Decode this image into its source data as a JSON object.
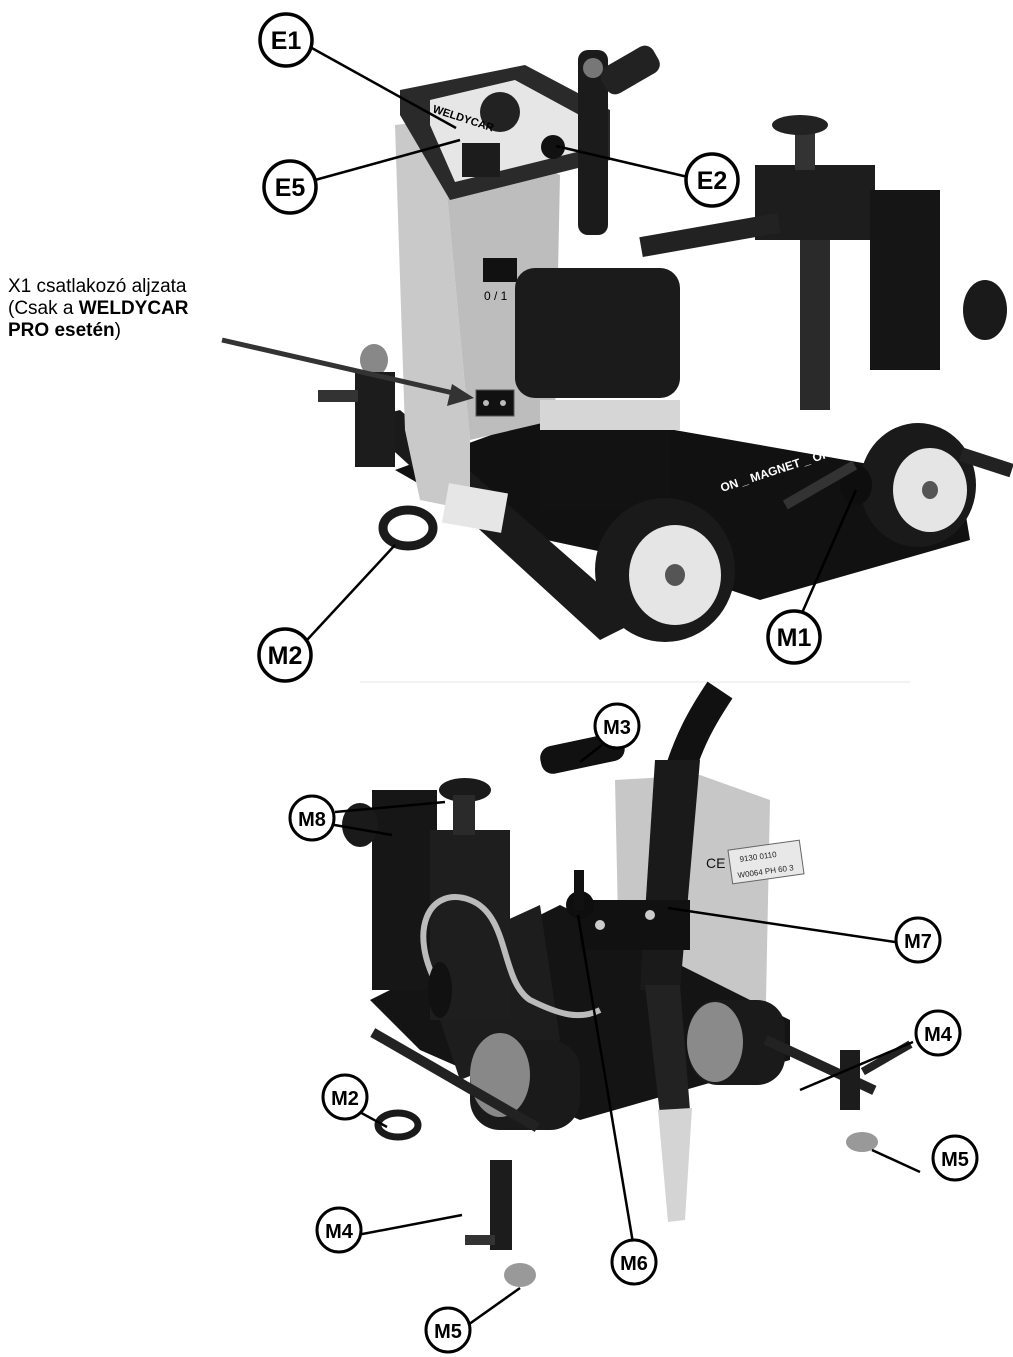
{
  "callouts_top": {
    "e1": "E1",
    "e5": "E5",
    "e2": "E2",
    "m2": "M2",
    "m1": "M1"
  },
  "callouts_bottom": {
    "m3": "M3",
    "m8": "M8",
    "m7": "M7",
    "m4a": "M4",
    "m2": "M2",
    "m5a": "M5",
    "m4b": "M4",
    "m6": "M6",
    "m5b": "M5"
  },
  "device_labels": {
    "brand": "WELDYCAR",
    "switch": "0 / 1",
    "magnet": "ON _ MAGNET _ OFF",
    "ce": "CE",
    "plate1": "9130 0110",
    "plate2": "W0064 PH 60 3"
  },
  "note": {
    "line1": "X1 csatlakozó aljzata",
    "line2_pre": "(Csak a ",
    "line2_bold": "WELDYCAR",
    "line3_bold": "PRO esetén",
    "line3_post": ")"
  }
}
